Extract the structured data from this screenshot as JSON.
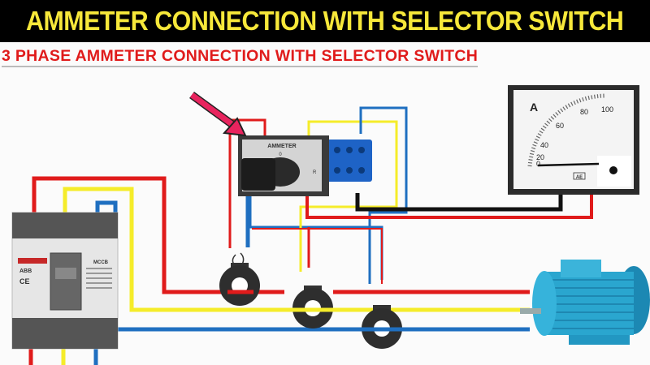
{
  "header": {
    "title": "AMMETER CONNECTION WITH SELECTOR SWITCH",
    "subtitle": "3 PHASE AMMETER CONNECTION WITH SELECTOR SWITCH"
  },
  "selector_switch": {
    "label": "AMMETER",
    "position_top": "0",
    "position_right": "R"
  },
  "ammeter": {
    "unit": "A",
    "scale": [
      "0",
      "20",
      "40",
      "60",
      "80",
      "100"
    ],
    "brand": "AE"
  },
  "mccb": {
    "brand": "ABB",
    "label": "MCCB",
    "mark": "CE"
  },
  "colors": {
    "red_phase": "#e01b1b",
    "yellow_phase": "#f5ec2a",
    "blue_phase": "#1f6fc0",
    "neutral": "#111111",
    "arrow": "#e8245e",
    "motor": "#2aa6cf"
  },
  "components": [
    "mccb",
    "selector-switch",
    "ammeter",
    "current-transformer",
    "current-transformer",
    "current-transformer",
    "motor"
  ]
}
